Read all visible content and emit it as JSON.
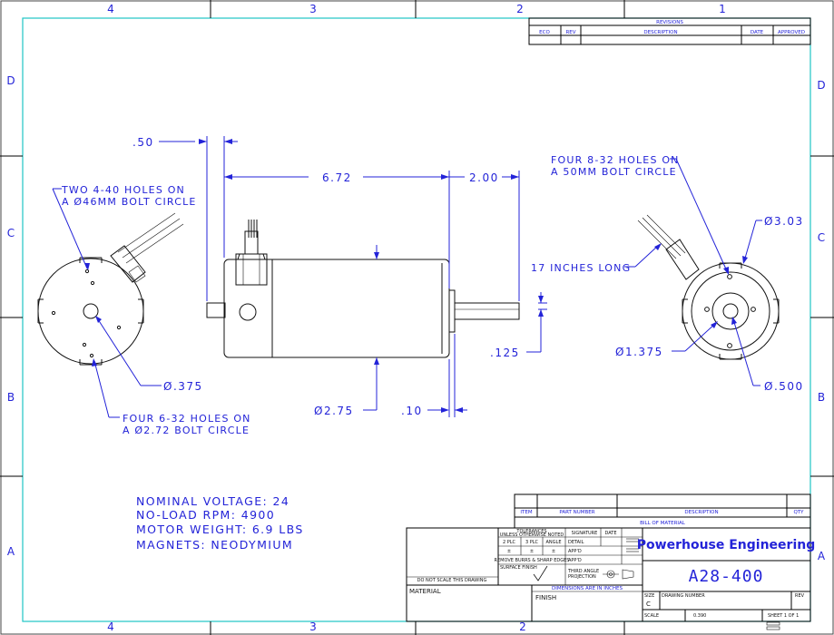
{
  "zones": {
    "columns": [
      "4",
      "3",
      "2",
      "1"
    ],
    "rows": [
      "D",
      "C",
      "B",
      "A"
    ]
  },
  "revisions": {
    "title": "REVISIONS",
    "headers": [
      "ECO",
      "REV",
      "DESCRIPTION",
      "DATE",
      "APPROVED"
    ]
  },
  "dimensions": {
    "d050": ".50",
    "d672": "6.72",
    "d200": "2.00",
    "d0125": ".125",
    "d275": "Ø2.75",
    "d010": ".10",
    "d0375": "Ø.375",
    "d1375": "Ø1.375",
    "d0500": "Ø.500",
    "d303": "Ø3.03"
  },
  "notes": {
    "two_holes_1": "TWO 4-40 HOLES ON",
    "two_holes_2": "A Ø46MM BOLT CIRCLE",
    "four_632_1": "FOUR 6-32 HOLES ON",
    "four_632_2": "A Ø2.72 BOLT CIRCLE",
    "four_832_1": "FOUR 8-32 HOLES ON",
    "four_832_2": "A 50MM BOLT CIRCLE",
    "leads": "17 INCHES LONG"
  },
  "specs": [
    "NOMINAL VOLTAGE: 24",
    "NO-LOAD RPM: 4900",
    "MOTOR WEIGHT: 6.9 LBS",
    "MAGNETS: NEODYMIUM"
  ],
  "bom": {
    "headers": [
      "ITEM",
      "PART NUMBER",
      "DESCRIPTION",
      "QTY"
    ],
    "title": "BILL OF MATERIAL"
  },
  "title_block": {
    "company": "Powerhouse Engineering",
    "drawing_number": "A28-400",
    "tolerances_1": "TOLERANCES",
    "tolerances_2": "UNLESS OTHERWISE NOTED",
    "tol_headers": [
      "2 PLC",
      "3 PLC",
      "ANGLE"
    ],
    "tol_values": [
      "±",
      "±",
      "±"
    ],
    "signature": "SIGNATURE",
    "date": "DATE",
    "detail": "DETAIL",
    "appd1": "APP'D",
    "appd2": "APP'D",
    "remove_burrs": "REMOVE BURRS & SHARP EDGES",
    "surface_finish": "SURFACE FINISH",
    "third_angle_1": "THIRD ANGLE",
    "third_angle_2": "PROJECTION",
    "do_not_scale": "DO NOT SCALE THIS DRAWING",
    "dimensions_in": "DIMENSIONS ARE IN INCHES",
    "material": "MATERIAL",
    "finish": "FINISH",
    "size_label": "SIZE",
    "size_value": "C",
    "drawing_number_label": "DRAWING NUMBER",
    "rev_label": "REV",
    "scale_label": "SCALE",
    "scale_value": "0.390",
    "sheet": "SHEET 1 OF 1"
  }
}
